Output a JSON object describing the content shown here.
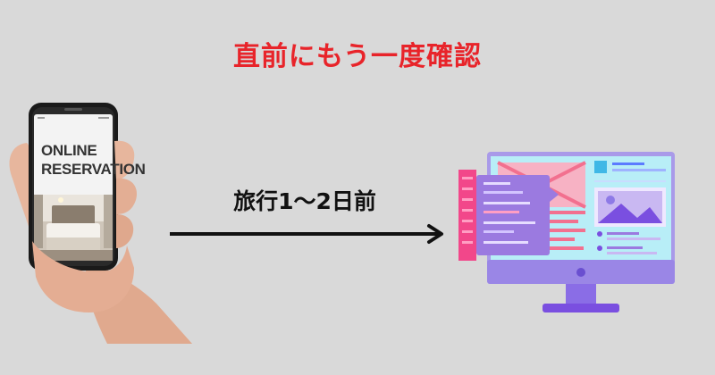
{
  "header": {
    "title": "直前にもう一度確認"
  },
  "phone": {
    "screen_line1": "ONLINE",
    "screen_line2": "RESERVATION"
  },
  "caption": {
    "text": "旅行1～2日前"
  },
  "colors": {
    "title": "#e8242a",
    "background": "#d9d9d9",
    "monitor_frame": "#a99ae9",
    "monitor_screen": "#b8eef7",
    "panel_pink": "#f2708f",
    "panel_purple": "#9b7ae0",
    "stand": "#7a4fe0"
  },
  "icons": {
    "hand": "hand-holding-phone-icon",
    "monitor": "desktop-monitor-icon",
    "arrow": "arrow-right-icon"
  }
}
